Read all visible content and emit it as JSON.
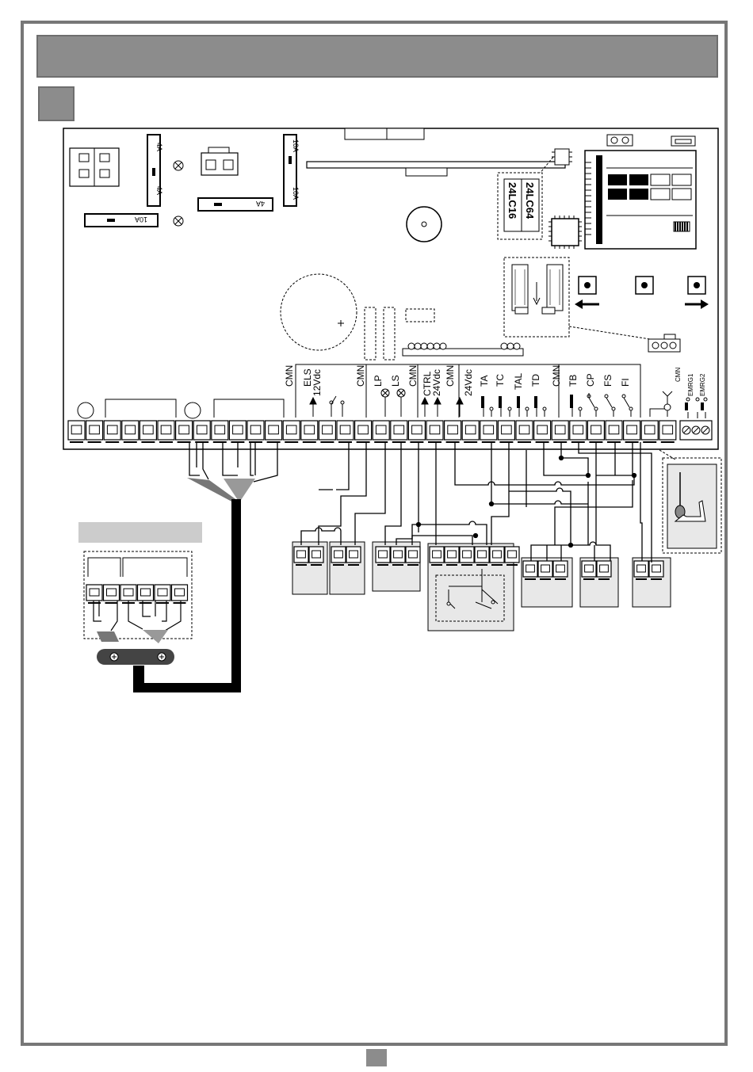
{
  "board": {
    "fuses": [
      "4A",
      "10A",
      "4A",
      "10A",
      "10A"
    ],
    "chips": [
      "24LC16",
      "24LC64"
    ],
    "terminal_labels": [
      "CMN",
      "ELS",
      "12Vdc",
      "CMN",
      "LP",
      "LS",
      "CMN",
      "CTRL",
      "24Vdc",
      "CMN",
      "24Vdc",
      "TA",
      "TC",
      "TAL",
      "TD",
      "CMN",
      "TB",
      "CP",
      "FS",
      "FI"
    ],
    "emergency_labels": [
      "CMN",
      "EMRG1",
      "EMRG2"
    ]
  },
  "colors": {
    "frame": "#777777",
    "header": "#8c8c8c",
    "line": "#000000",
    "device_box": "#e8e8e8",
    "legend_bar": "#cccccc"
  }
}
